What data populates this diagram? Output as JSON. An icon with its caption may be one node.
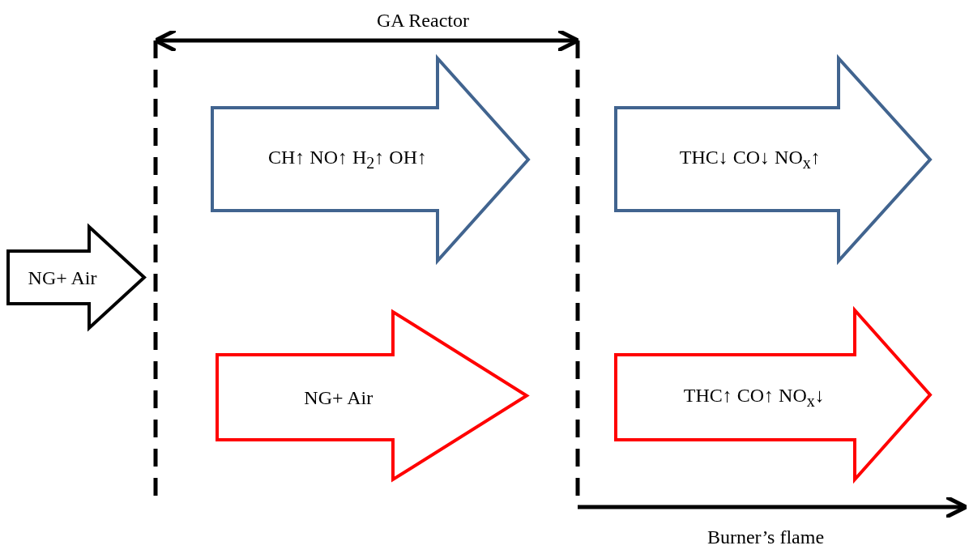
{
  "diagram": {
    "nodes": [
      {
        "text": [
          "NG+ Air"
        ]
      },
      {
        "text": [
          "CH↑ NO↑ H$_{2}$↑ OH↑"
        ]
      },
      {
        "text": [
          "THC↓ CO↓ NO$_{x}$↑"
        ]
      },
      {
        "text": [
          "NG+ Air"
        ]
      },
      {
        "text": [
          "THC↑ CO↑ NO$_{x}$↓"
        ]
      }
    ],
    "labels": [
      "GA Reactor",
      "Burner’s flame"
    ]
  }
}
